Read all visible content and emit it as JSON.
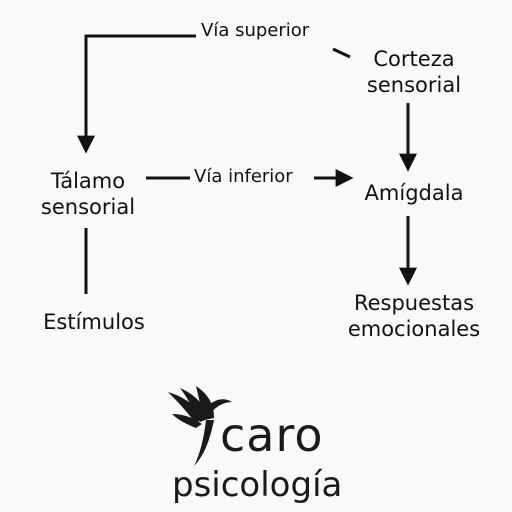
{
  "diagram": {
    "nodes": {
      "corteza": "Corteza\nsensorial",
      "talamo": "Tálamo\nsensorial",
      "amigdala": "Amígdala",
      "estimulos": "Estímulos",
      "respuestas": "Respuestas\nemocionales"
    },
    "edges": {
      "via_superior": "Vía superior",
      "via_inferior": "Vía inferior"
    },
    "colors": {
      "ink": "#111111",
      "background": "#f9f9f9"
    }
  },
  "logo": {
    "wordmark_top": "caro",
    "wordmark_bottom": "psicología",
    "icon": "wing-icon"
  }
}
